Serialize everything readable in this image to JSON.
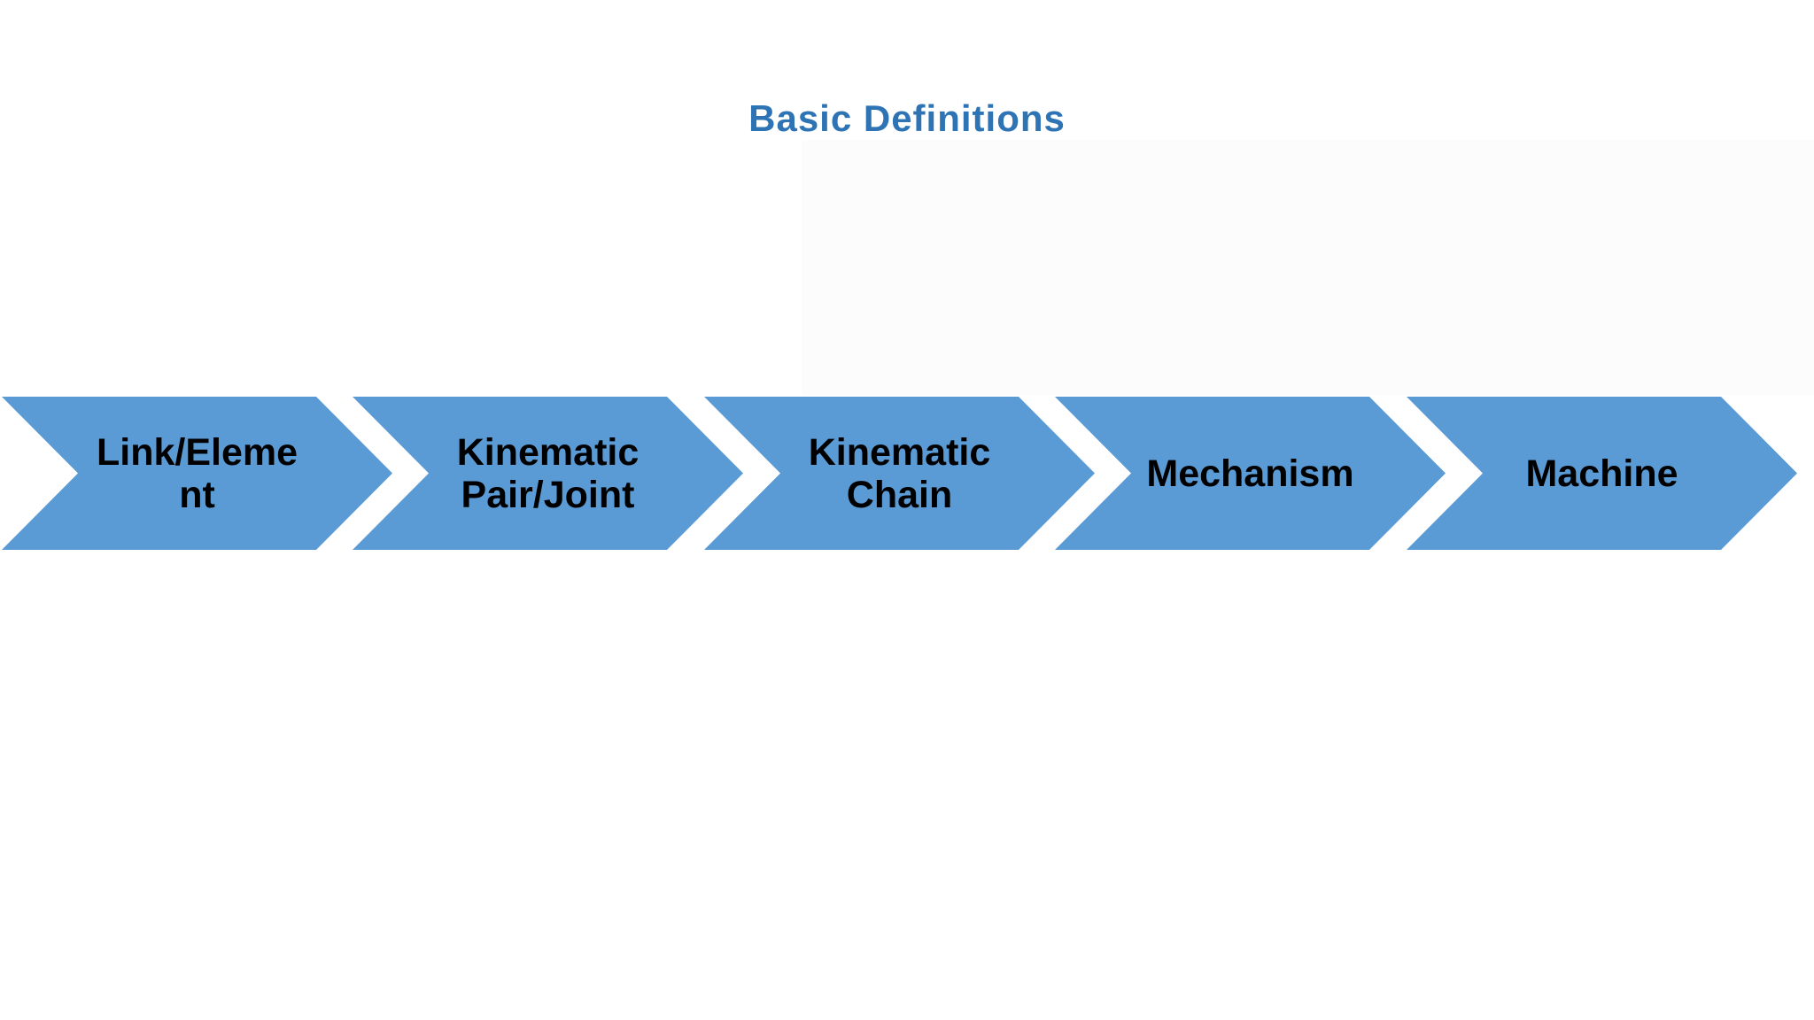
{
  "slide": {
    "title": "Basic Definitions",
    "title_color": "#2E74B5",
    "background_color": "#ffffff"
  },
  "diagram": {
    "type": "chevron-process",
    "direction": "left-to-right",
    "arrow_fill_color": "#5B9BD5",
    "label_text_color": "#000000",
    "steps": [
      {
        "label": "Link/Element",
        "lines": [
          "Link/Eleme",
          "nt"
        ]
      },
      {
        "label": "Kinematic Pair/Joint",
        "lines": [
          "Kinematic",
          "Pair/Joint"
        ]
      },
      {
        "label": "Kinematic Chain",
        "lines": [
          "Kinematic",
          "Chain"
        ]
      },
      {
        "label": "Mechanism",
        "lines": [
          "Mechanism"
        ]
      },
      {
        "label": "Machine",
        "lines": [
          "Machine"
        ]
      }
    ]
  }
}
